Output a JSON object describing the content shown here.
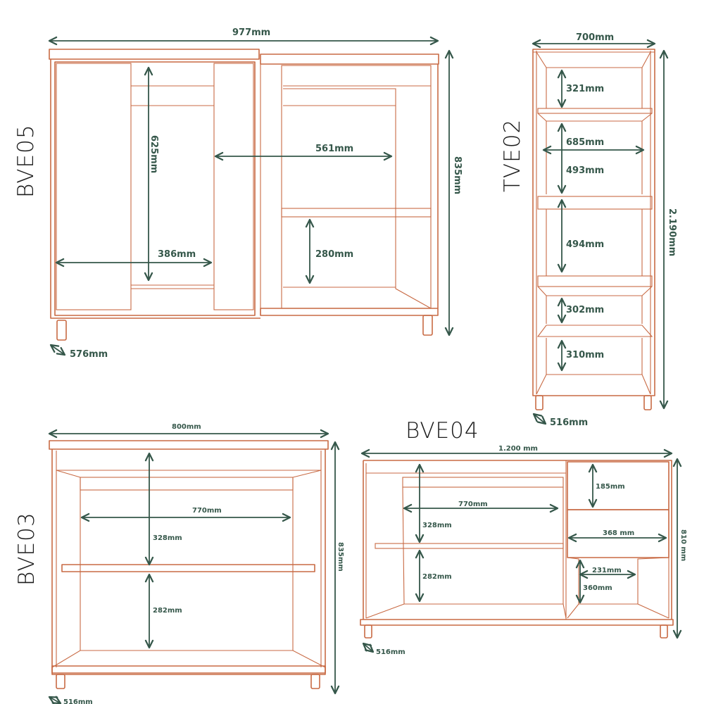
{
  "colors": {
    "furniture_line": "#c86a44",
    "dimension_line": "#35574a",
    "code_text": "#1a1a1a",
    "background": "#ffffff"
  },
  "bve05": {
    "code": "BVE05",
    "width": "977mm",
    "height": "835mm",
    "depth": "576mm",
    "door_height": "625mm",
    "left_compartment_width": "386mm",
    "right_compartment_width": "561mm",
    "lower_shelf_height": "280mm"
  },
  "tve02": {
    "code": "TVE02",
    "width": "700mm",
    "height": "2.190mm",
    "depth": "516mm",
    "inner_width": "685mm",
    "shelf_1_height": "321mm",
    "shelf_2_height": "493mm",
    "shelf_3_height": "494mm",
    "shelf_4_height": "302mm",
    "shelf_5_height": "310mm"
  },
  "bve03": {
    "code": "BVE03",
    "width": "800mm",
    "height": "835mm",
    "depth": "516mm",
    "inner_width": "770mm",
    "upper_height": "328mm",
    "lower_height": "282mm"
  },
  "bve04": {
    "code": "BVE04",
    "width": "1.200 mm",
    "height": "810 mm",
    "depth": "516mm",
    "inner_width": "770mm",
    "upper_height": "328mm",
    "lower_height": "282mm",
    "drawer_height": "185mm",
    "drawer_width": "368 mm",
    "niche_width": "231mm",
    "niche_height": "360mm"
  }
}
